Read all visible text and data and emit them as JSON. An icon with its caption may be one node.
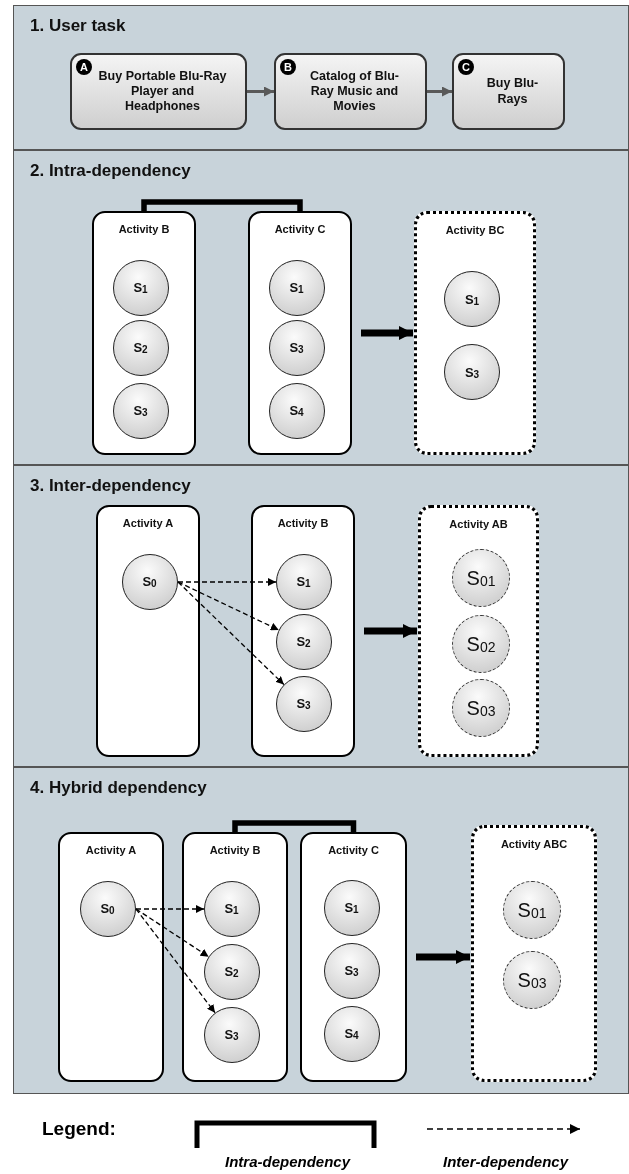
{
  "diagram": {
    "nodes": [
      {
        "text": [
          "1. User task"
        ]
      },
      {
        "text": [
          "A",
          "Buy Portable Blu-Ray Player and Headphones"
        ],
        "in": 0
      },
      {
        "text": [
          "B",
          "Catalog  of Blu-Ray Music and Movies"
        ],
        "in": 0
      },
      {
        "text": [
          "C",
          "Buy Blu-Rays"
        ],
        "in": 0
      },
      {
        "text": [
          "2. Intra-dependency"
        ]
      },
      {
        "text": [
          "Activity B"
        ],
        "in": 4
      },
      {
        "text": [
          "S$_{1}$"
        ],
        "in": 5
      },
      {
        "text": [
          "S$_{2}$"
        ],
        "in": 5
      },
      {
        "text": [
          "S$_{3}$"
        ],
        "in": 5
      },
      {
        "text": [
          "Activity C"
        ],
        "in": 4
      },
      {
        "text": [
          "S$_{1}$"
        ],
        "in": 9
      },
      {
        "text": [
          "S$_{3}$"
        ],
        "in": 9
      },
      {
        "text": [
          "S$_{4}$"
        ],
        "in": 9
      },
      {
        "text": [
          "Activity BC"
        ],
        "in": 4
      },
      {
        "text": [
          "S$_{1}$"
        ],
        "in": 13
      },
      {
        "text": [
          "S$_{3}$"
        ],
        "in": 13
      },
      {
        "text": [
          "3. Inter-dependency"
        ]
      },
      {
        "text": [
          "Activity A"
        ],
        "in": 16
      },
      {
        "text": [
          "S$_{0}$"
        ],
        "in": 17
      },
      {
        "text": [
          "Activity B"
        ],
        "in": 16
      },
      {
        "text": [
          "S$_{1}$"
        ],
        "in": 19
      },
      {
        "text": [
          "S$_{2}$"
        ],
        "in": 19
      },
      {
        "text": [
          "S$_{3}$"
        ],
        "in": 19
      },
      {
        "text": [
          "Activity AB"
        ],
        "in": 16
      },
      {
        "text": [
          "S$_{01}$"
        ],
        "in": 23
      },
      {
        "text": [
          "S$_{02}$"
        ],
        "in": 23
      },
      {
        "text": [
          "S$_{03}$"
        ],
        "in": 23
      },
      {
        "text": [
          "4. Hybrid dependency"
        ]
      },
      {
        "text": [
          "Activity A"
        ],
        "in": 27
      },
      {
        "text": [
          "S$_{0}$"
        ],
        "in": 28
      },
      {
        "text": [
          "Activity B"
        ],
        "in": 27
      },
      {
        "text": [
          "S$_{1}$"
        ],
        "in": 30
      },
      {
        "text": [
          "S$_{2}$"
        ],
        "in": 30
      },
      {
        "text": [
          "S$_{3}$"
        ],
        "in": 30
      },
      {
        "text": [
          "Activity C"
        ],
        "in": 27
      },
      {
        "text": [
          "S$_{1}$"
        ],
        "in": 34
      },
      {
        "text": [
          "S$_{3}$"
        ],
        "in": 34
      },
      {
        "text": [
          "S$_{4}$"
        ],
        "in": 34
      },
      {
        "text": [
          "Activity ABC"
        ],
        "in": 27
      },
      {
        "text": [
          "S$_{01}$"
        ],
        "in": 38
      },
      {
        "text": [
          "S$_{03}$"
        ],
        "in": 38
      }
    ],
    "edges": [
      {
        "from": 1,
        "to": 2,
        "arrow": "to",
        "color": "#595959"
      },
      {
        "from": 2,
        "to": 3,
        "arrow": "to",
        "color": "#595959"
      },
      {
        "from": 5,
        "to": 9,
        "arrow": "none",
        "style": "thick"
      },
      {
        "from": 9,
        "to": 13,
        "arrow": "to",
        "style": "thick"
      },
      {
        "from": 18,
        "to": 20,
        "arrow": "to",
        "style": "dashed"
      },
      {
        "from": 18,
        "to": 21,
        "arrow": "to",
        "style": "dashed"
      },
      {
        "from": 18,
        "to": 22,
        "arrow": "to",
        "style": "dashed"
      },
      {
        "from": 19,
        "to": 23,
        "arrow": "to",
        "style": "thick"
      },
      {
        "from": 29,
        "to": 31,
        "arrow": "to",
        "style": "dashed"
      },
      {
        "from": 29,
        "to": 32,
        "arrow": "to",
        "style": "dashed"
      },
      {
        "from": 29,
        "to": 33,
        "arrow": "to",
        "style": "dashed"
      },
      {
        "from": 30,
        "to": 34,
        "arrow": "none",
        "style": "thick"
      },
      {
        "from": 34,
        "to": 38,
        "arrow": "to",
        "style": "thick"
      }
    ],
    "labels": [
      "Legend:"
    ],
    "legend": [
      {
        "text": "Intra-dependency"
      },
      {
        "text": "Inter-dependency"
      }
    ]
  }
}
